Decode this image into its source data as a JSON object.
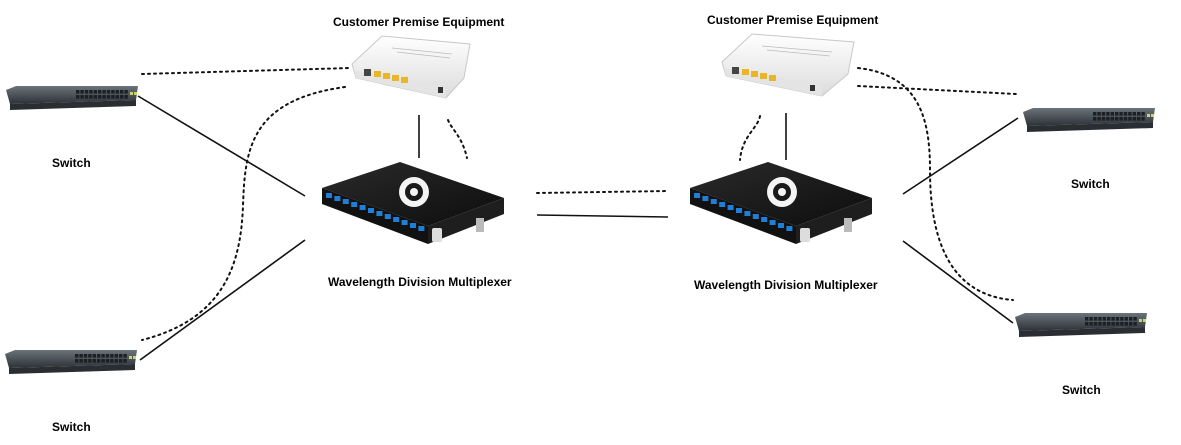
{
  "labels": {
    "cpe_left": "Customer Premise Equipment",
    "cpe_right": "Customer Premise Equipment",
    "wdm_left": "Wavelength Division Multiplexer",
    "wdm_right": "Wavelength Division Multiplexer",
    "switch_top_left": "Switch",
    "switch_bottom_left": "Switch",
    "switch_top_right": "Switch",
    "switch_bottom_right": "Switch"
  },
  "colors": {
    "line": "#111111",
    "switch_body": "#3b4147",
    "switch_port": "#1c2024",
    "switch_light": "#c9d36a",
    "cpe_body": "#f2f2f2",
    "cpe_port": "#e9b628",
    "wdm_body": "#1a1a1a",
    "wdm_port": "#1f7fd6"
  },
  "icons": {
    "switch": "network-switch-icon",
    "cpe": "router-icon",
    "wdm": "multiplexer-icon"
  }
}
